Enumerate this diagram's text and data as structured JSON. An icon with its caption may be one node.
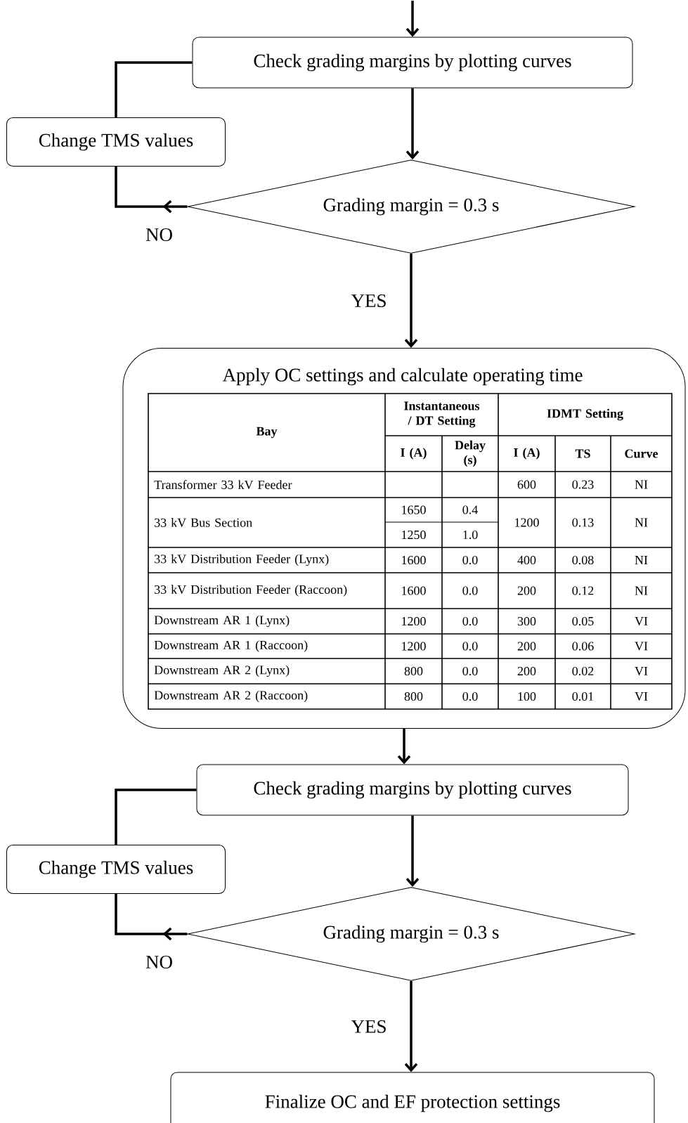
{
  "diagram": {
    "nodes": [
      {
        "text": [
          "Check grading margins by plotting curves"
        ]
      },
      {
        "text": [
          "Change TMS values"
        ]
      },
      {
        "text": [
          "Grading margin = 0.3 s"
        ]
      },
      {
        "text": [
          "Apply OC settings and calculate operating time"
        ]
      },
      {
        "text": [
          "Check grading margins by plotting curves"
        ]
      },
      {
        "text": [
          "Change TMS values"
        ]
      },
      {
        "text": [
          "Grading margin = 0.3 s"
        ]
      },
      {
        "text": [
          "Finalize OC and EF protection settings"
        ]
      }
    ],
    "edges": [
      {
        "from": null,
        "to": 0,
        "arrow": "to"
      },
      {
        "from": 0,
        "to": 2,
        "arrow": "to"
      },
      {
        "from": 2,
        "to": 1,
        "arrow": "to",
        "label": "NO"
      },
      {
        "from": 1,
        "to": 0,
        "arrow": "none"
      },
      {
        "from": 2,
        "to": 3,
        "arrow": "to",
        "label": "YES"
      },
      {
        "from": 3,
        "to": 4,
        "arrow": "to"
      },
      {
        "from": 4,
        "to": 6,
        "arrow": "to"
      },
      {
        "from": 6,
        "to": 5,
        "arrow": "to",
        "label": "NO"
      },
      {
        "from": 5,
        "to": 4,
        "arrow": "none"
      },
      {
        "from": 6,
        "to": 7,
        "arrow": "to",
        "label": "YES"
      }
    ],
    "labels": [
      "Bay",
      "Instantaneous / DT Setting",
      "IDMT Setting",
      "I  (A)",
      "Delay (s)",
      "I  (A)",
      "TS",
      "Curve",
      "Transformer 33 kV Feeder",
      "600",
      "0.23",
      "NI",
      "33 kV Bus Section",
      "1650",
      "0.4",
      "1200",
      "0.13",
      "NI",
      "1250",
      "1.0",
      "33 kV Distribution Feeder (Lynx)",
      "1600",
      "0.0",
      "400",
      "0.08",
      "NI",
      "33 kV Distribution Feeder (Raccoon)",
      "1600",
      "0.0",
      "200",
      "0.12",
      "NI",
      "Downstream AR 1 (Lynx)",
      "1200",
      "0.0",
      "300",
      "0.05",
      "VI",
      "Downstream AR 1 (Raccoon)",
      "1200",
      "0.0",
      "200",
      "0.06",
      "VI",
      "Downstream AR 2 (Lynx)",
      "800",
      "0.0",
      "200",
      "0.02",
      "VI",
      "Downstream AR 2 (Raccoon)",
      "800",
      "0.0",
      "100",
      "0.01",
      "VI"
    ]
  }
}
